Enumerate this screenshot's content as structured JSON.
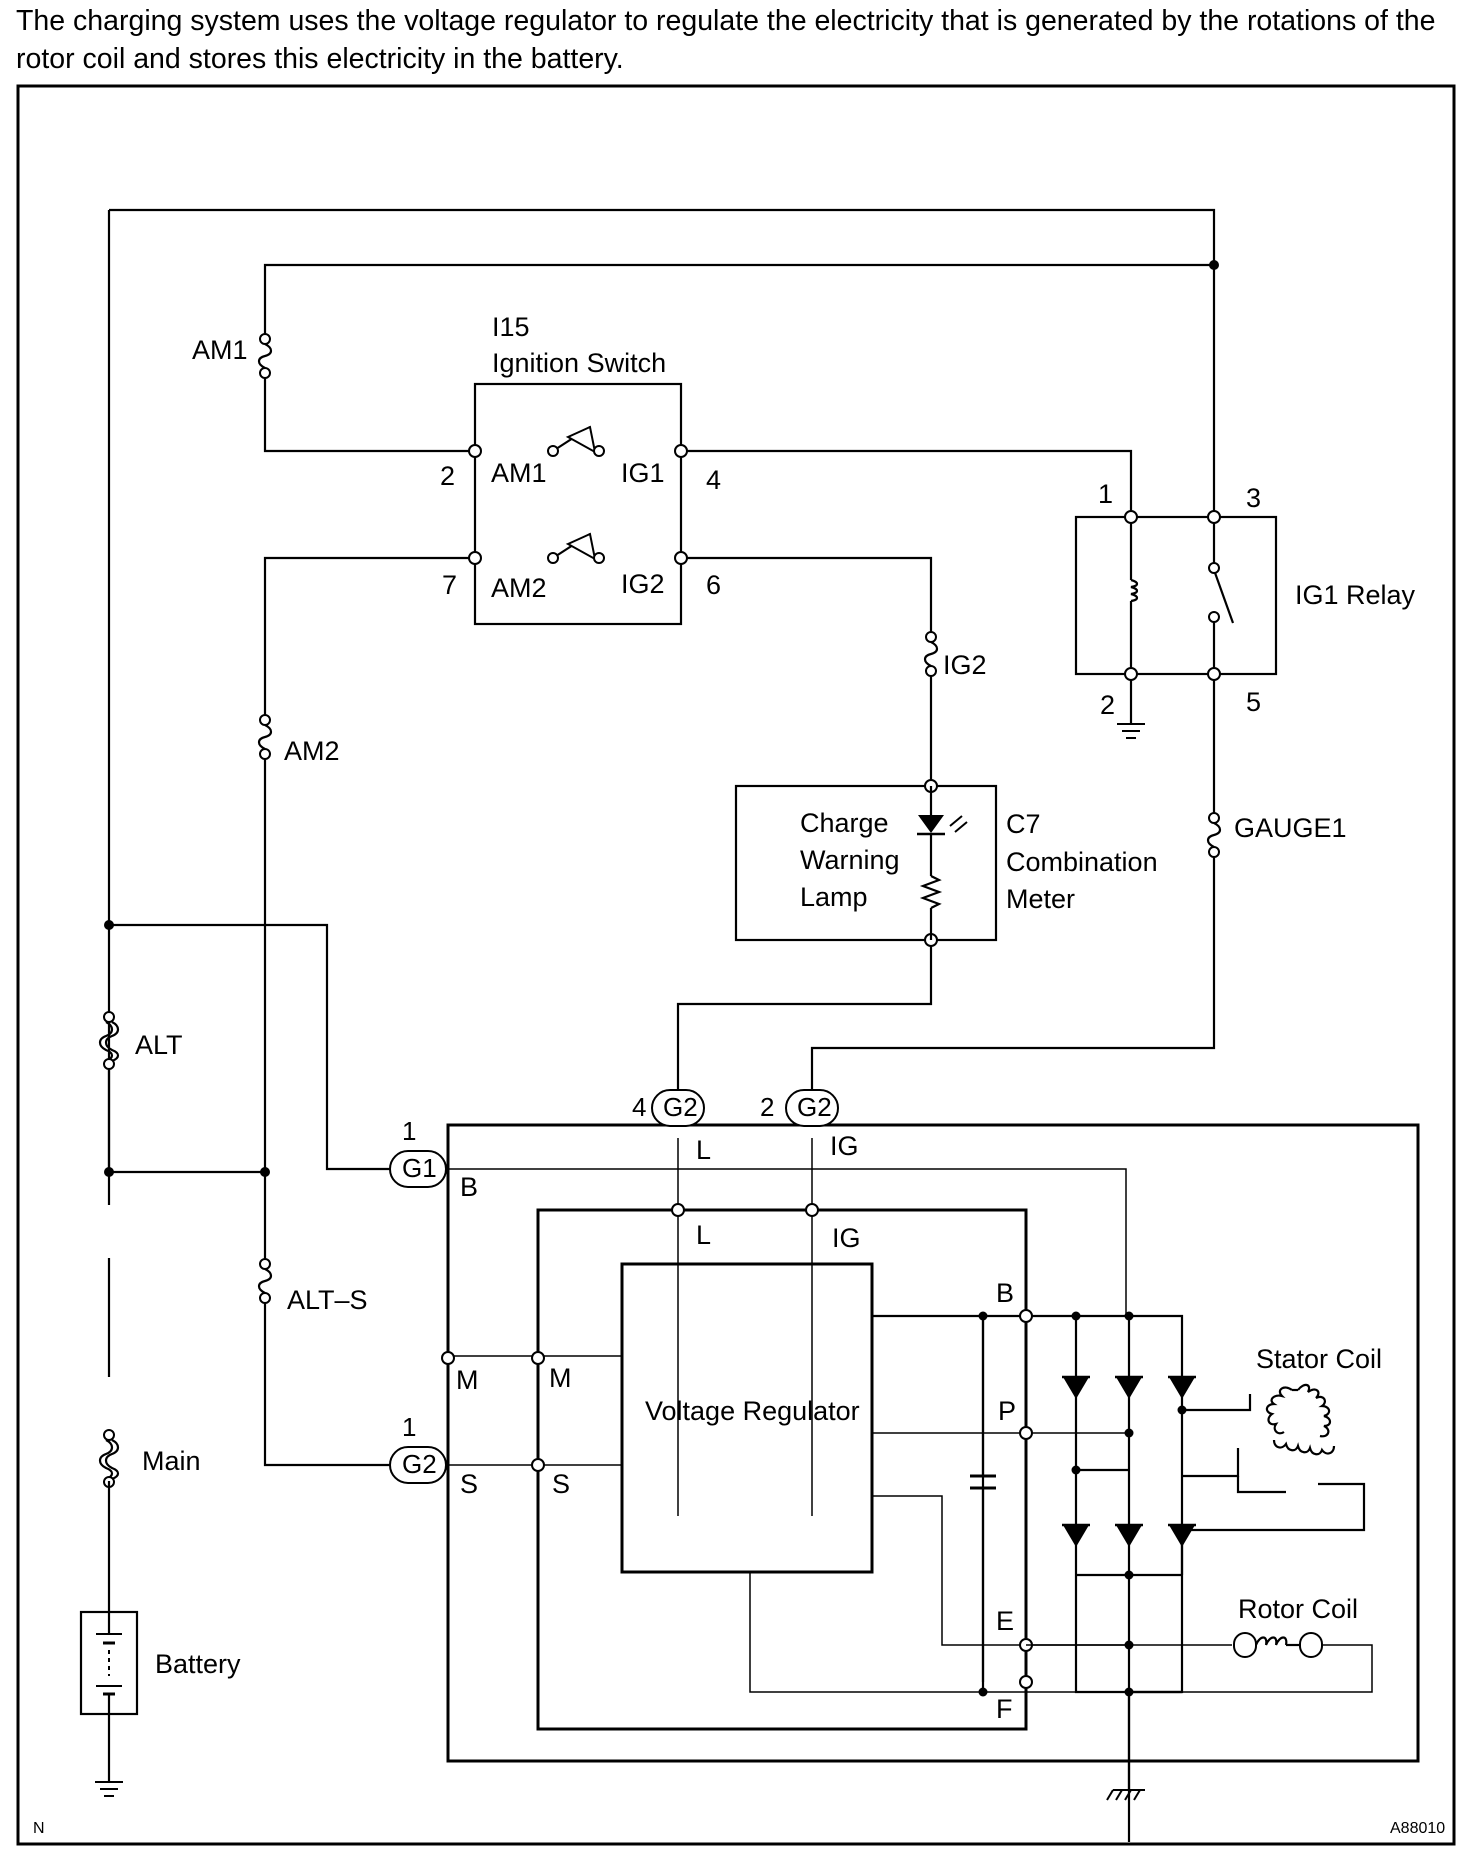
{
  "intro": "The charging system uses the voltage regulator to regulate the electricity that is generated by the rotations of the rotor coil and stores this electricity in the battery.",
  "fuses": {
    "am1": "AM1",
    "am2": "AM2",
    "ig2": "IG2",
    "gauge1": "GAUGE1",
    "alt": "ALT",
    "alt_s": "ALT–S",
    "main": "Main"
  },
  "ignition_switch": {
    "code": "I15",
    "title": "Ignition Switch",
    "am1": "AM1",
    "ig1": "IG1",
    "am2": "AM2",
    "ig2": "IG2",
    "pin_am1": "2",
    "pin_ig1": "4",
    "pin_am2": "7",
    "pin_ig2": "6"
  },
  "relay": {
    "title": "IG1 Relay",
    "pin1": "1",
    "pin2": "2",
    "pin3": "3",
    "pin5": "5"
  },
  "meter": {
    "lamp_line1": "Charge",
    "lamp_line2": "Warning",
    "lamp_line3": "Lamp",
    "code": "C7",
    "name_line1": "Combination",
    "name_line2": "Meter"
  },
  "connectors": {
    "g2_l": "G2",
    "g2_l_pin": "4",
    "g2_ig": "G2",
    "g2_ig_pin": "2",
    "g1": "G1",
    "g1_pin": "1",
    "g2_s": "G2",
    "g2_s_pin": "1"
  },
  "alternator": {
    "outer_l": "L",
    "outer_ig": "IG",
    "outer_b": "B",
    "outer_m": "M",
    "outer_s": "S",
    "inner_l": "L",
    "inner_ig": "IG",
    "inner_m": "M",
    "inner_s": "S",
    "regulator": "Voltage Regulator",
    "term_b": "B",
    "term_p": "P",
    "term_e": "E",
    "term_f": "F",
    "stator": "Stator Coil",
    "rotor": "Rotor Coil"
  },
  "battery": "Battery",
  "corner_left": "N",
  "corner_right": "A88010"
}
